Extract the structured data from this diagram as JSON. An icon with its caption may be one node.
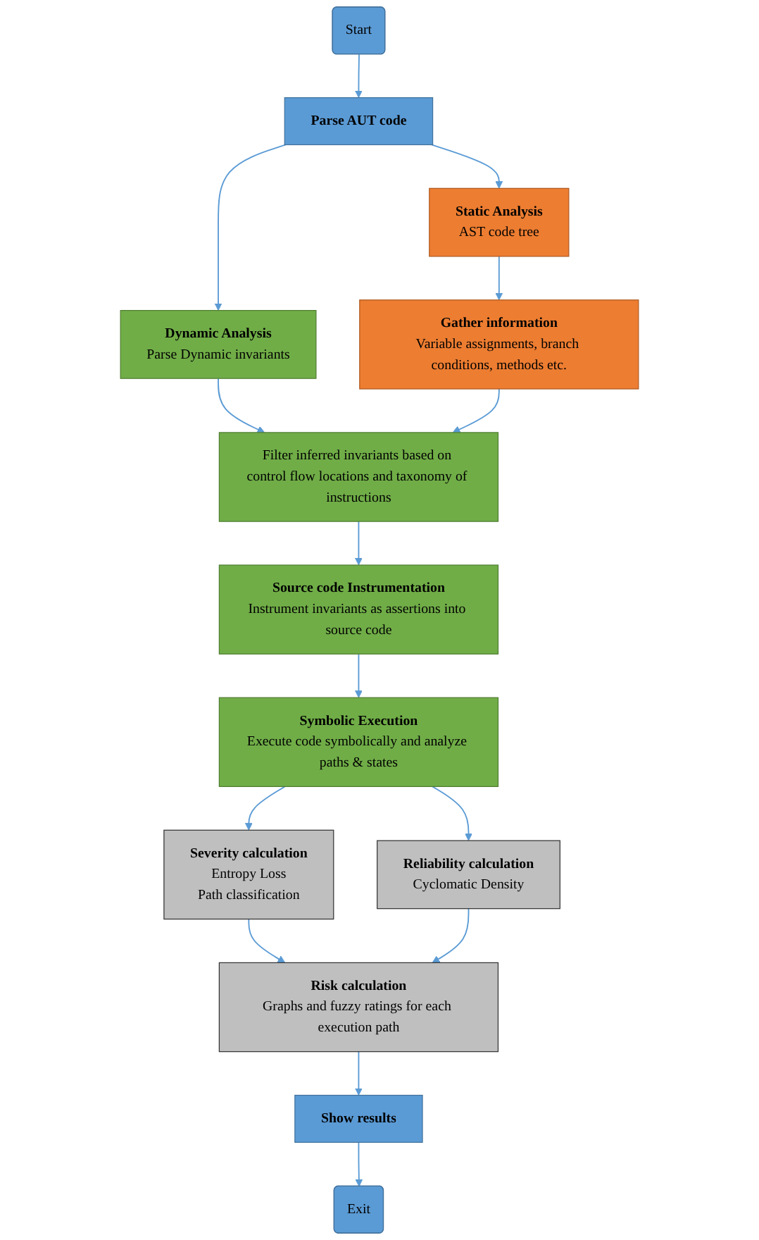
{
  "diagram": {
    "nodes": [
      {
        "text": [
          "Start"
        ]
      },
      {
        "text": [
          "Parse AUT code"
        ]
      },
      {
        "text": [
          "Static Analysis",
          "AST code tree"
        ]
      },
      {
        "text": [
          "Dynamic Analysis",
          "Parse Dynamic invariants"
        ]
      },
      {
        "text": [
          "Gather information",
          "Variable assignments, branch conditions, methods etc."
        ]
      },
      {
        "text": [
          "Filter inferred invariants based on control flow locations and taxonomy of instructions"
        ]
      },
      {
        "text": [
          "Source code Instrumentation",
          "Instrument invariants as assertions into source code"
        ]
      },
      {
        "text": [
          "Symbolic Execution",
          "Execute code symbolically and analyze paths & states"
        ]
      },
      {
        "text": [
          "Severity calculation",
          "Entropy Loss",
          "Path classification"
        ]
      },
      {
        "text": [
          "Reliability calculation",
          "Cyclomatic Density"
        ]
      },
      {
        "text": [
          "Risk calculation",
          "Graphs and fuzzy ratings for each execution path"
        ]
      },
      {
        "text": [
          "Show results"
        ]
      },
      {
        "text": [
          "Exit"
        ]
      }
    ],
    "edges": [
      {
        "from": 0,
        "to": 1,
        "arrow": "to"
      },
      {
        "from": 1,
        "to": 2,
        "arrow": "to"
      },
      {
        "from": 1,
        "to": 3,
        "arrow": "to"
      },
      {
        "from": 2,
        "to": 4,
        "arrow": "to"
      },
      {
        "from": 3,
        "to": 5,
        "arrow": "to"
      },
      {
        "from": 4,
        "to": 5,
        "arrow": "to"
      },
      {
        "from": 5,
        "to": 6,
        "arrow": "to"
      },
      {
        "from": 6,
        "to": 7,
        "arrow": "to"
      },
      {
        "from": 7,
        "to": 8,
        "arrow": "to"
      },
      {
        "from": 7,
        "to": 9,
        "arrow": "to"
      },
      {
        "from": 8,
        "to": 10,
        "arrow": "to"
      },
      {
        "from": 9,
        "to": 10,
        "arrow": "to"
      },
      {
        "from": 10,
        "to": 11,
        "arrow": "to"
      },
      {
        "from": 11,
        "to": 12,
        "arrow": "to"
      }
    ]
  }
}
